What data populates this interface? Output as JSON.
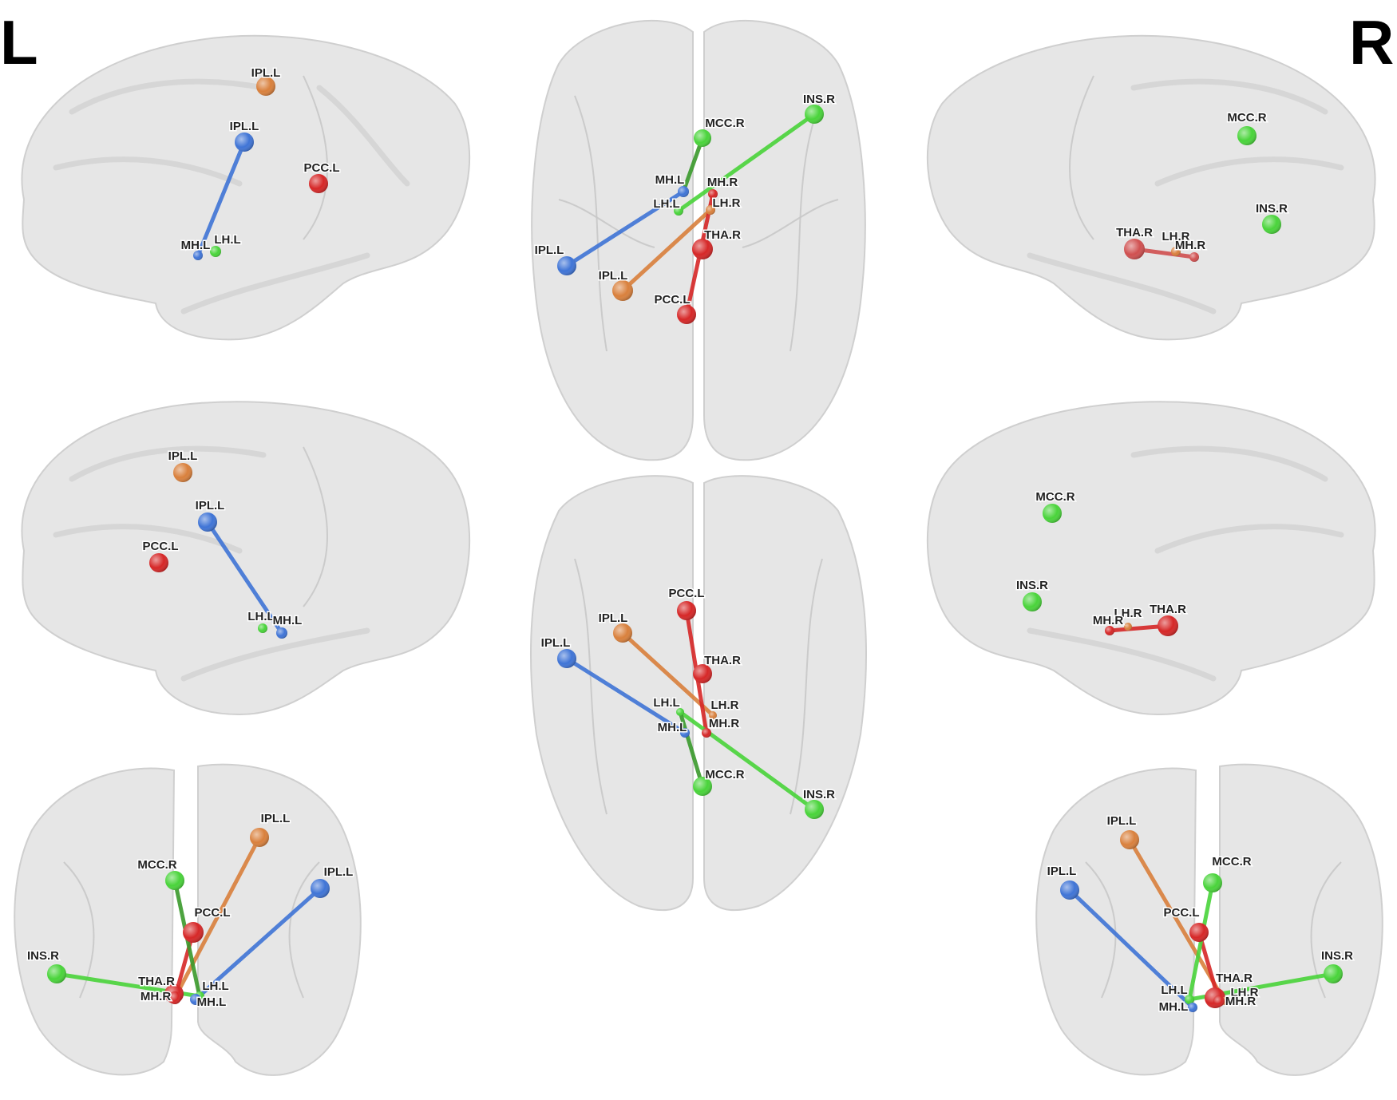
{
  "side_labels": {
    "left": "L",
    "right": "R"
  },
  "colors": {
    "orange": "#d9803c",
    "blue": "#3f74d6",
    "red": "#d62727",
    "green": "#49d43a",
    "darkgreen": "#3a9a2c",
    "salmon": "#d05050"
  },
  "views": [
    {
      "id": "left-lateral",
      "nodes": [
        {
          "label": "IPL.L",
          "color": "orange"
        },
        {
          "label": "IPL.L",
          "color": "blue"
        },
        {
          "label": "PCC.L",
          "color": "red"
        },
        {
          "label": "MH.L",
          "color": "blue"
        },
        {
          "label": "LH.L",
          "color": "green"
        }
      ],
      "edges": [
        [
          1,
          3,
          "blue"
        ]
      ]
    },
    {
      "id": "top-dorsal",
      "nodes": [
        {
          "label": "INS.R",
          "color": "green"
        },
        {
          "label": "MCC.R",
          "color": "green"
        },
        {
          "label": "MH.L",
          "color": "blue"
        },
        {
          "label": "LH.L",
          "color": "green"
        },
        {
          "label": "MH.R",
          "color": "red"
        },
        {
          "label": "LH.R",
          "color": "orange"
        },
        {
          "label": "THA.R",
          "color": "red"
        },
        {
          "label": "IPL.L",
          "color": "blue"
        },
        {
          "label": "IPL.L",
          "color": "orange"
        },
        {
          "label": "PCC.L",
          "color": "red"
        }
      ],
      "edges": [
        [
          7,
          2,
          "blue"
        ],
        [
          8,
          5,
          "orange"
        ],
        [
          9,
          4,
          "red"
        ],
        [
          0,
          3,
          "green"
        ],
        [
          1,
          2,
          "darkgreen"
        ]
      ]
    },
    {
      "id": "right-lateral",
      "nodes": [
        {
          "label": "MCC.R",
          "color": "green"
        },
        {
          "label": "INS.R",
          "color": "green"
        },
        {
          "label": "THA.R",
          "color": "salmon"
        },
        {
          "label": "LH.R",
          "color": "orange"
        },
        {
          "label": "MH.R",
          "color": "salmon"
        }
      ],
      "edges": [
        [
          2,
          4,
          "salmon"
        ]
      ]
    },
    {
      "id": "left-medial",
      "nodes": [
        {
          "label": "IPL.L",
          "color": "orange"
        },
        {
          "label": "IPL.L",
          "color": "blue"
        },
        {
          "label": "PCC.L",
          "color": "red"
        },
        {
          "label": "LH.L",
          "color": "green"
        },
        {
          "label": "MH.L",
          "color": "blue"
        }
      ],
      "edges": [
        [
          1,
          4,
          "blue"
        ]
      ]
    },
    {
      "id": "bottom-ventral",
      "nodes": [
        {
          "label": "PCC.L",
          "color": "red"
        },
        {
          "label": "IPL.L",
          "color": "orange"
        },
        {
          "label": "IPL.L",
          "color": "blue"
        },
        {
          "label": "THA.R",
          "color": "red"
        },
        {
          "label": "LH.L",
          "color": "green"
        },
        {
          "label": "LH.R",
          "color": "orange"
        },
        {
          "label": "MH.L",
          "color": "blue"
        },
        {
          "label": "MH.R",
          "color": "red"
        },
        {
          "label": "MCC.R",
          "color": "green"
        },
        {
          "label": "INS.R",
          "color": "green"
        }
      ],
      "edges": [
        [
          2,
          6,
          "blue"
        ],
        [
          1,
          5,
          "orange"
        ],
        [
          0,
          7,
          "red"
        ],
        [
          9,
          4,
          "green"
        ],
        [
          8,
          4,
          "darkgreen"
        ]
      ]
    },
    {
      "id": "right-medial",
      "nodes": [
        {
          "label": "MCC.R",
          "color": "green"
        },
        {
          "label": "INS.R",
          "color": "green"
        },
        {
          "label": "THA.R",
          "color": "red"
        },
        {
          "label": "LH.R",
          "color": "orange"
        },
        {
          "label": "MH.R",
          "color": "red"
        }
      ],
      "edges": [
        [
          2,
          4,
          "red"
        ]
      ]
    },
    {
      "id": "front-coronal",
      "nodes": [
        {
          "label": "IPL.L",
          "color": "orange"
        },
        {
          "label": "MCC.R",
          "color": "green"
        },
        {
          "label": "IPL.L",
          "color": "blue"
        },
        {
          "label": "PCC.L",
          "color": "red"
        },
        {
          "label": "INS.R",
          "color": "green"
        },
        {
          "label": "THA.R",
          "color": "red"
        },
        {
          "label": "MH.R",
          "color": "red"
        },
        {
          "label": "LH.L",
          "color": "green"
        },
        {
          "label": "MH.L",
          "color": "blue"
        }
      ],
      "edges": [
        [
          0,
          6,
          "orange"
        ],
        [
          2,
          8,
          "blue"
        ],
        [
          3,
          6,
          "red"
        ],
        [
          4,
          7,
          "green"
        ],
        [
          1,
          7,
          "darkgreen"
        ]
      ]
    },
    {
      "id": "back-coronal",
      "nodes": [
        {
          "label": "IPL.L",
          "color": "orange"
        },
        {
          "label": "IPL.L",
          "color": "blue"
        },
        {
          "label": "MCC.R",
          "color": "green"
        },
        {
          "label": "PCC.L",
          "color": "red"
        },
        {
          "label": "THA.R",
          "color": "red"
        },
        {
          "label": "INS.R",
          "color": "green"
        },
        {
          "label": "LH.L",
          "color": "green"
        },
        {
          "label": "MH.L",
          "color": "blue"
        },
        {
          "label": "LH.R",
          "color": "orange"
        },
        {
          "label": "MH.R",
          "color": "red"
        }
      ],
      "edges": [
        [
          1,
          7,
          "blue"
        ],
        [
          0,
          8,
          "orange"
        ],
        [
          3,
          9,
          "red"
        ],
        [
          5,
          6,
          "green"
        ],
        [
          2,
          6,
          "green"
        ]
      ]
    }
  ]
}
